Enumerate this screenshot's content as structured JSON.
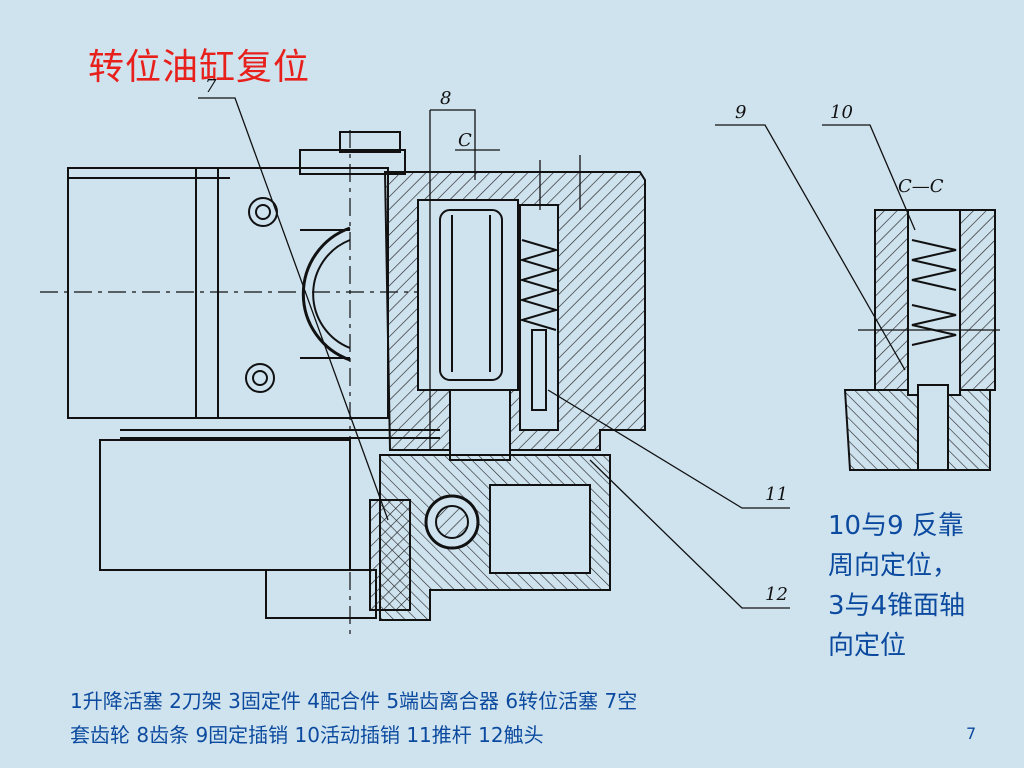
{
  "slide": {
    "title": "转位油缸复位",
    "callout_lines": [
      "10与9 反靠",
      "周向定位，",
      "3与4锥面轴",
      "向定位"
    ],
    "legend_line1": "1升降活塞  2刀架 3固定件 4配合件 5端齿离合器 6转位活塞 7空",
    "legend_line2": "套齿轮 8齿条 9固定插销 10活动插销 11推杆 12触头",
    "page_number": "7"
  },
  "drawing": {
    "part_labels": [
      "7",
      "8",
      "C",
      "9",
      "10",
      "C—C",
      "11",
      "12"
    ],
    "colors": {
      "title": "#e8201c",
      "text": "#0b4a9e",
      "background": "#cfe3ef",
      "line": "#111111"
    }
  }
}
